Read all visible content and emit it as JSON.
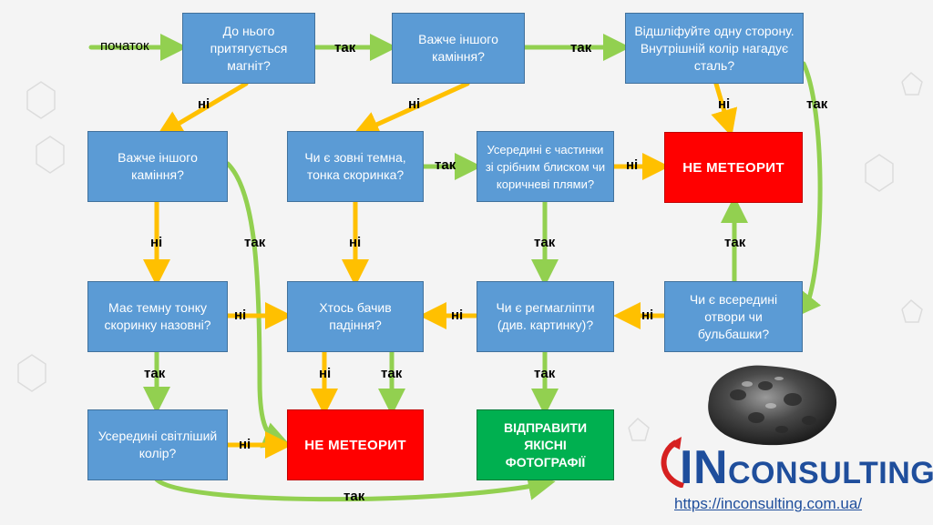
{
  "start_label": "початок",
  "edge_labels": {
    "yes": "так",
    "no": "ні"
  },
  "nodes": {
    "magnet": "До нього притягується магніт?",
    "heavier_top": "Важче іншого каміння?",
    "polish": "Відшліфуйте одну сторону. Внутрішній колір нагадує сталь?",
    "heavier_left": "Важче іншого каміння?",
    "crust_dark": "Чи є зовні темна, тонка скоринка?",
    "particles": "Усередині є частинки зі срібним блиском чи коричневі плями?",
    "not_meteorite_top": "НЕ МЕТЕОРИТ",
    "dark_crust_outside": "Має темну тонку скоринку назовні?",
    "seen_fall": "Хтось бачив падіння?",
    "regmaglypts": "Чи є регмагліпти (див. картинку)?",
    "holes": "Чи є всередині отвори чи бульбашки?",
    "lighter_inside": "Усередині світліший колір?",
    "not_meteorite_bottom": "НЕ МЕТЕОРИТ",
    "send_photos": "ВІДПРАВИТИ ЯКІСНІ ФОТОГРАФІЇ"
  },
  "logo": {
    "text_big": "IN",
    "text_rest": "CONSULTING"
  },
  "url": "https://inconsulting.com.ua/",
  "colors": {
    "box": "#5b9bd5",
    "red": "#ff0000",
    "green_box": "#00b050",
    "arrow_yes": "#92d050",
    "arrow_no": "#ffc000",
    "logo": "#1f4e9c"
  }
}
